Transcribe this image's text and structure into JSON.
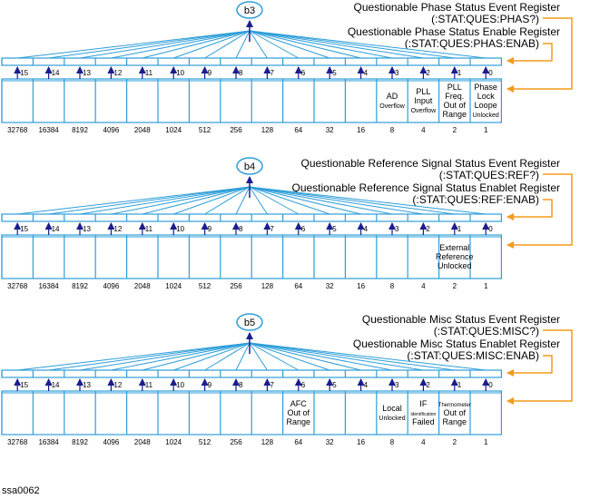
{
  "colors": {
    "register": "#2e9ed9",
    "arrow": "#1b1d8e",
    "link": "#f39b1a",
    "text": "#000000"
  },
  "weights": [
    "32768",
    "16384",
    "8192",
    "4096",
    "2048",
    "1024",
    "512",
    "256",
    "128",
    "64",
    "32",
    "16",
    "8",
    "4",
    "2",
    "1"
  ],
  "bit_numbers": [
    "15",
    "14",
    "13",
    "12",
    "11",
    "10",
    "9",
    "8",
    "7",
    "6",
    "5",
    "4",
    "3",
    "2",
    "1",
    "0"
  ],
  "registers": [
    {
      "summary_bit": "b3",
      "event_title": "Questionable Phase Status Event Register",
      "event_cmd": "(:STAT:QUES:PHAS?)",
      "enable_title": "Questionable Phase Status Enable Register",
      "enable_cmd": "(:STAT:QUES:PHAS:ENAB)",
      "bit_labels": [
        {
          "bit": 3,
          "lines": [
            "AD",
            "Overflow"
          ],
          "sizes": [
            9,
            7
          ]
        },
        {
          "bit": 2,
          "lines": [
            "PLL",
            "Input",
            "Overflow"
          ],
          "sizes": [
            9,
            9,
            7
          ]
        },
        {
          "bit": 1,
          "lines": [
            "PLL",
            "Freq.",
            "Out of",
            "Range"
          ],
          "sizes": [
            9,
            9,
            9,
            9
          ]
        },
        {
          "bit": 0,
          "lines": [
            "Phase",
            "Lock",
            "Loope",
            "Unlocked"
          ],
          "sizes": [
            9,
            9,
            9,
            7
          ]
        }
      ]
    },
    {
      "summary_bit": "b4",
      "event_title": "Questionable Reference Signal Status Event Register",
      "event_cmd": "(:STAT:QUES:REF?)",
      "enable_title": "Questionable Reference Signal Status Enablet Register",
      "enable_cmd": "(:STAT:QUES:REF:ENAB)",
      "bit_labels": [
        {
          "bit": 1,
          "lines": [
            "External",
            "Reference",
            "Unlocked"
          ],
          "sizes": [
            9,
            9,
            9
          ]
        }
      ]
    },
    {
      "summary_bit": "b5",
      "event_title": "Questionable Misc Status Event Register",
      "event_cmd": "(:STAT:QUES:MISC?)",
      "enable_title": "Questionable Misc Status Enablet Register",
      "enable_cmd": "(:STAT:QUES:MISC:ENAB)",
      "bit_labels": [
        {
          "bit": 6,
          "lines": [
            "AFC",
            "Out of",
            "Range"
          ],
          "sizes": [
            9,
            9,
            9
          ]
        },
        {
          "bit": 3,
          "lines": [
            "Local",
            "Unlocked"
          ],
          "sizes": [
            9,
            7
          ]
        },
        {
          "bit": 2,
          "lines": [
            "IF",
            "identification",
            "Failed"
          ],
          "sizes": [
            9,
            5,
            9
          ]
        },
        {
          "bit": 1,
          "lines": [
            "Thermometer",
            "Out of",
            "Range"
          ],
          "sizes": [
            6,
            9,
            9
          ]
        }
      ]
    }
  ],
  "footer_id": "ssa0062"
}
